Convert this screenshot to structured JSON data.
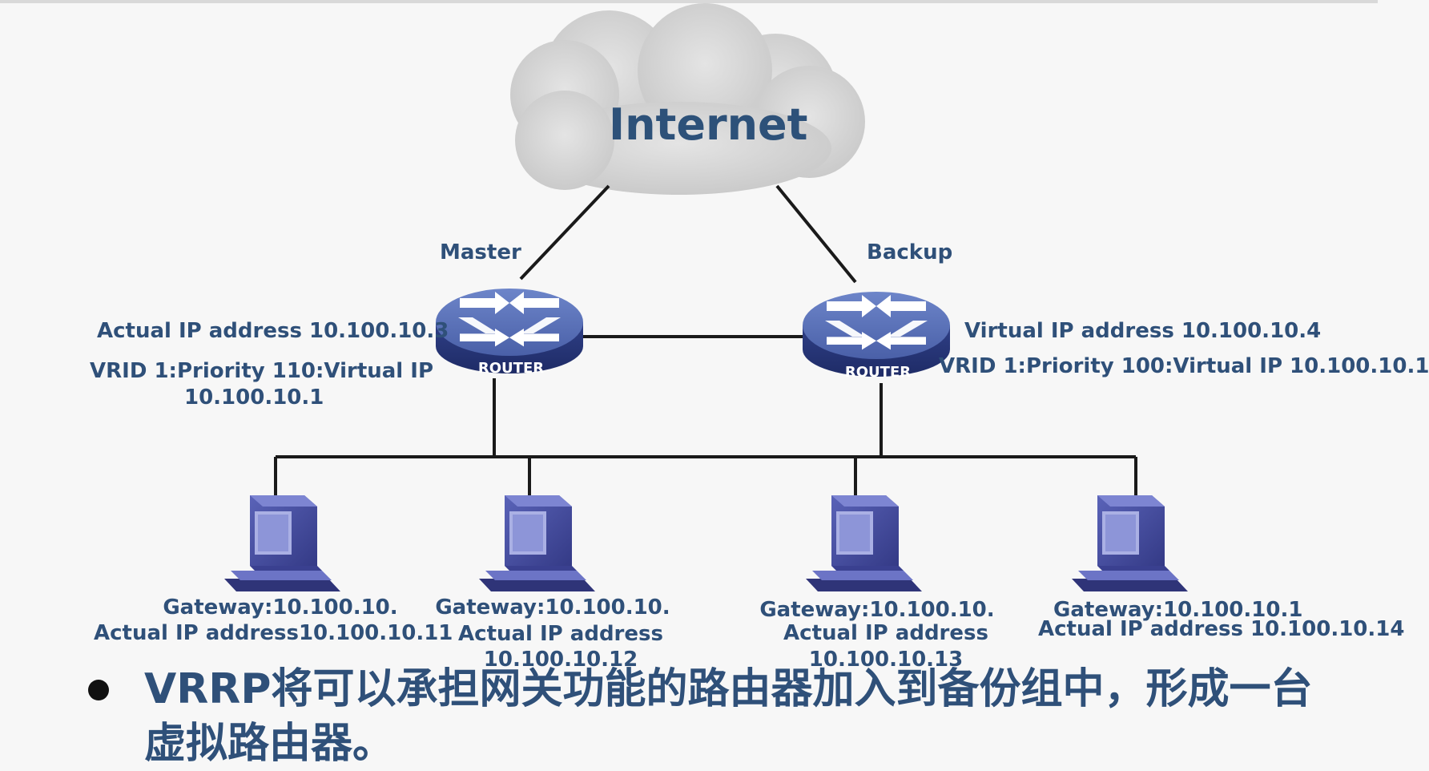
{
  "cloud": {
    "label": "Internet"
  },
  "routers": {
    "master": {
      "role": "Master",
      "badge": "ROUTER"
    },
    "backup": {
      "role": "Backup",
      "badge": "ROUTER"
    }
  },
  "master_info": {
    "actual_ip": "Actual IP address 10.100.10.3",
    "vrid_line1": "VRID 1:Priority 110:Virtual IP",
    "vrid_line2": "10.100.10.1"
  },
  "backup_info": {
    "virtual_ip": "Virtual IP address 10.100.10.4",
    "vrid": "VRID 1:Priority 100:Virtual IP  10.100.10.1"
  },
  "hosts": [
    {
      "gateway": "Gateway:10.100.10.",
      "actual": "Actual IP address10.100.10.11",
      "actual2": ""
    },
    {
      "gateway": "Gateway:10.100.10.",
      "actual": "Actual IP address",
      "actual2": "10.100.10.12"
    },
    {
      "gateway": "Gateway:10.100.10.",
      "actual": "Actual IP address",
      "actual2": "10.100.10.13"
    },
    {
      "gateway": "Gateway:10.100.10.1",
      "actual": "Actual IP address 10.100.10.14",
      "actual2": ""
    }
  ],
  "bullet": {
    "text": "VRRP将可以承担网关功能的路由器加入到备份组中，形成一台虚拟路由器。"
  }
}
